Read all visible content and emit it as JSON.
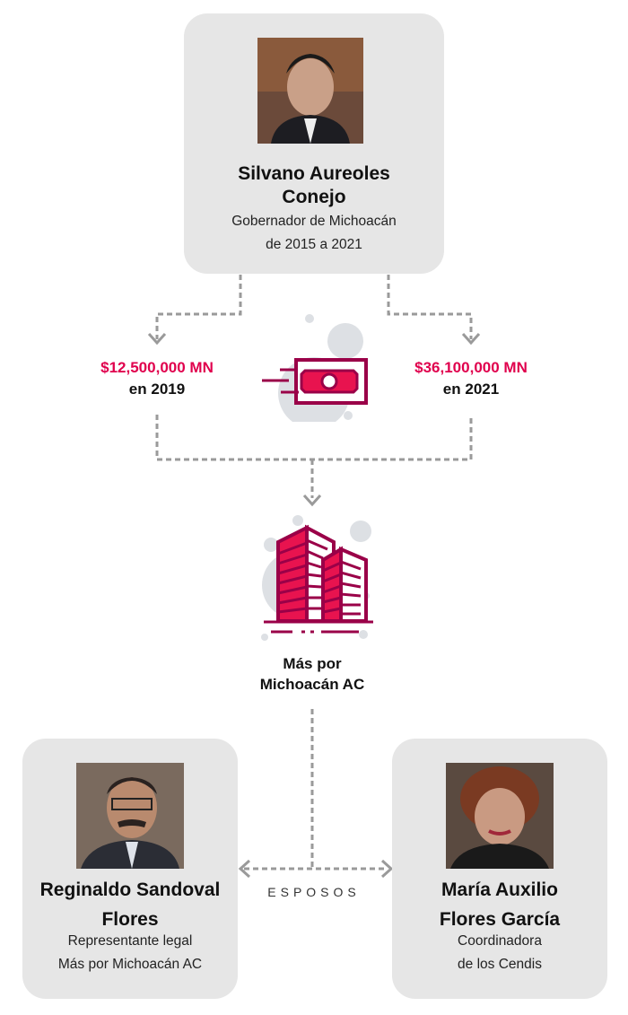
{
  "top_person": {
    "name_line1": "Silvano Aureoles",
    "name_line2": "Conejo",
    "role_line1": "Gobernador de Michoacán",
    "role_line2": "de 2015 a 2021"
  },
  "transfers": [
    {
      "amount": "$12,500,000 MN",
      "year": "en 2019"
    },
    {
      "amount": "$36,100,000 MN",
      "year": "en 2021"
    }
  ],
  "organization": {
    "line1": "Más por",
    "line2": "Michoacán AC"
  },
  "relation": "ESPOSOS",
  "left_person": {
    "name_line1": "Reginaldo Sandoval",
    "name_line2": "Flores",
    "role_line1": "Representante legal",
    "role_line2": "Más por Michoacán AC"
  },
  "right_person": {
    "name_line1": "María Auxilio",
    "name_line2": "Flores García",
    "role_line1": "Coordinadora",
    "role_line2": "de los Cendis"
  },
  "colors": {
    "accent": "#e0004d",
    "icon_fill": "#e8134f",
    "icon_stroke": "#9a0048",
    "card_bg": "#e6e6e6",
    "connector": "#9a9a9a",
    "bubble": "#dde0e4"
  }
}
